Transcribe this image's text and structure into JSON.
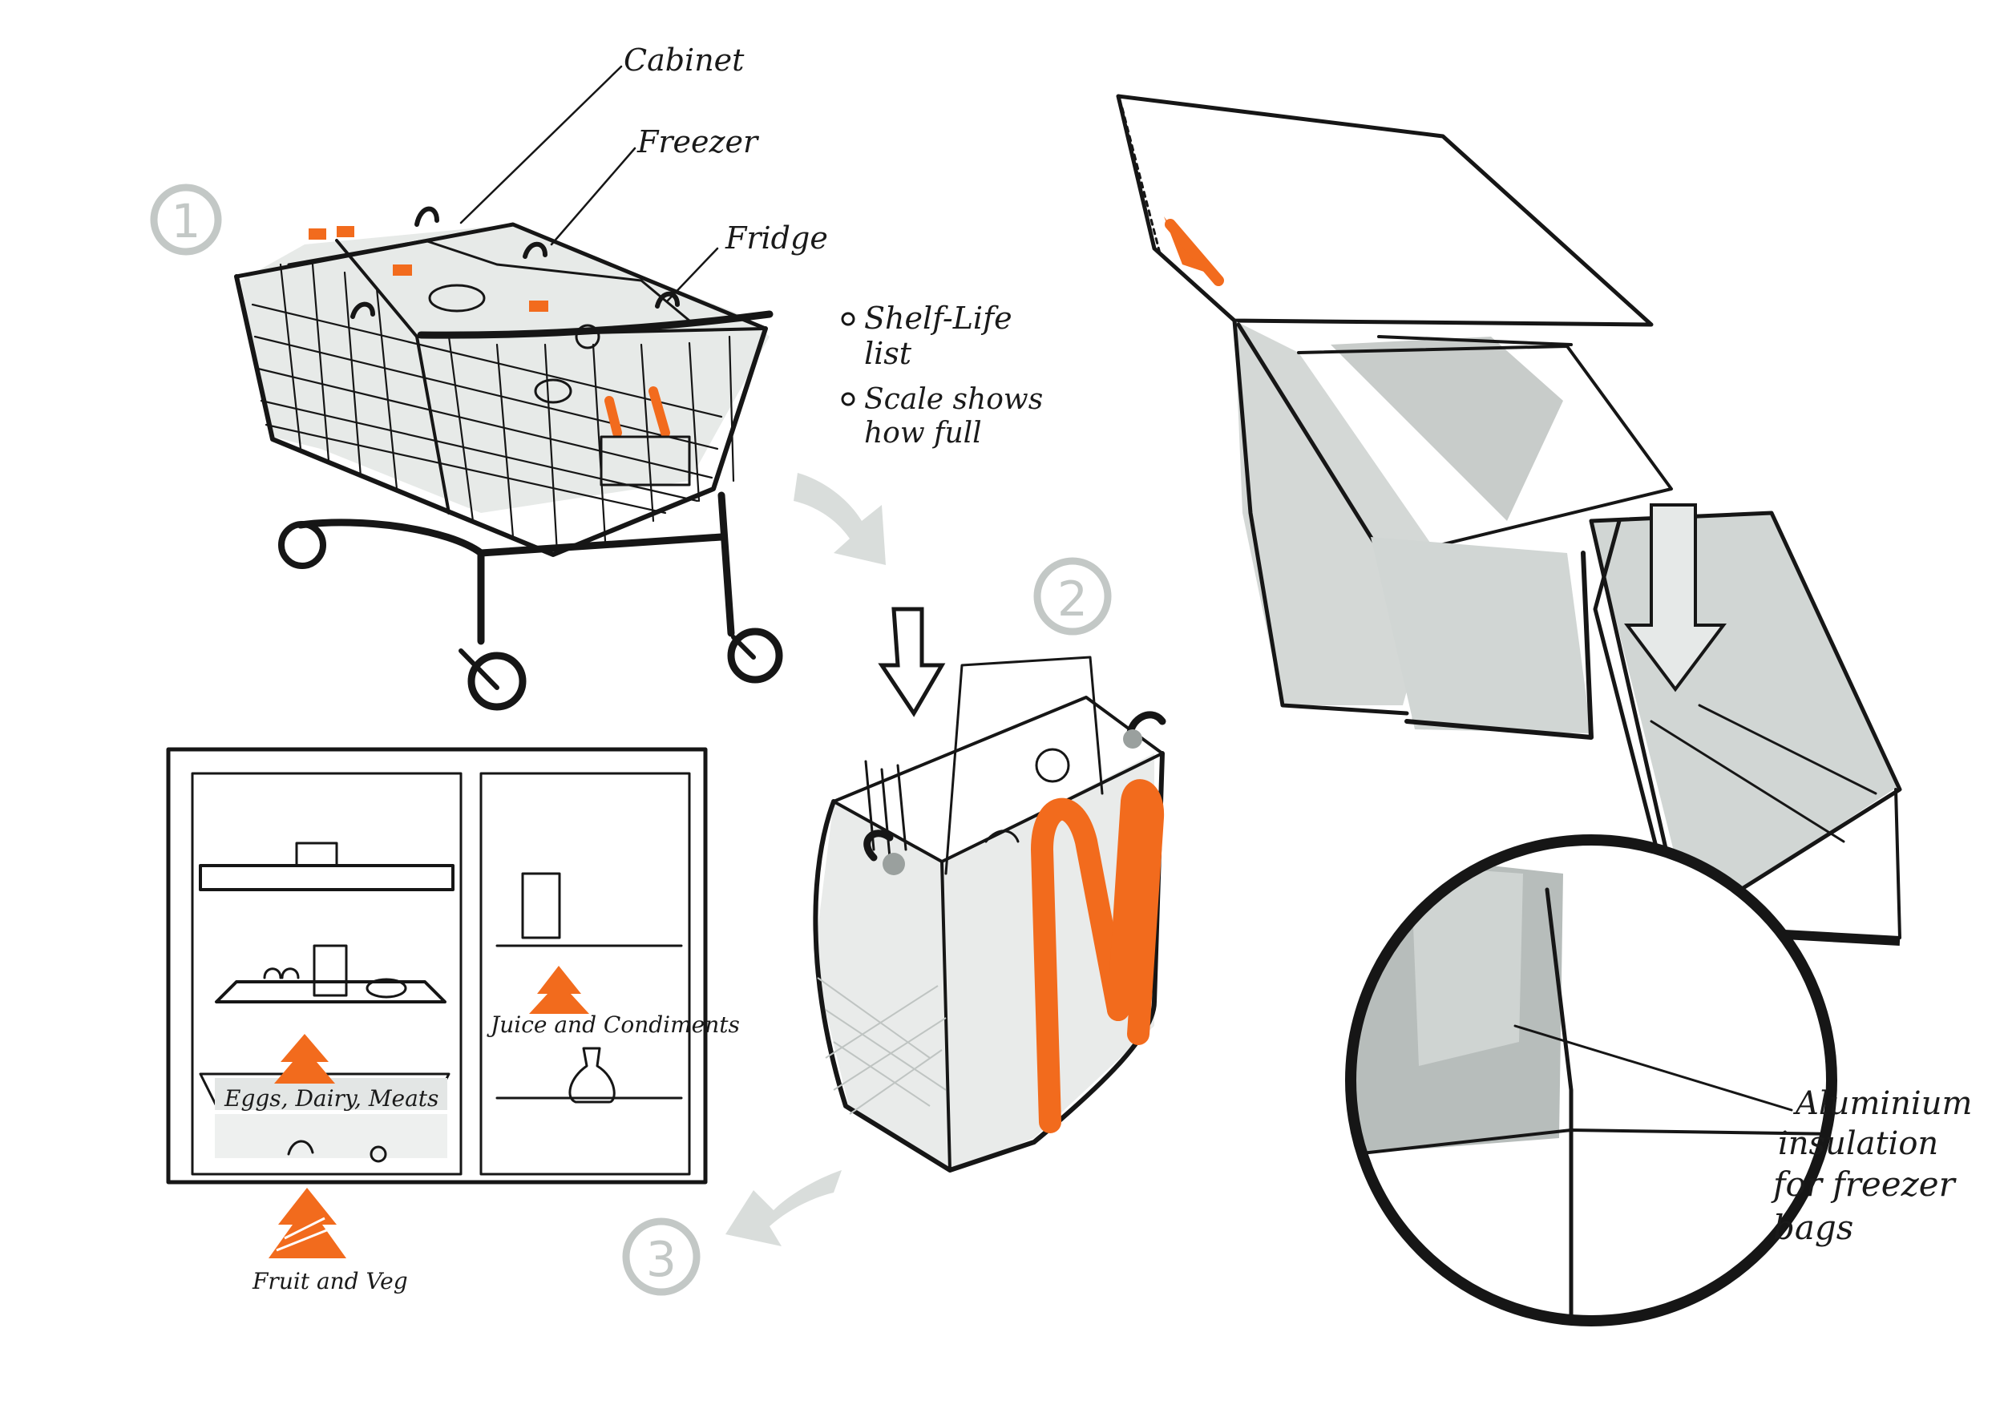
{
  "labels": {
    "cabinet": "Cabinet",
    "freezer": "Freezer",
    "fridge": "Fridge",
    "note_1": "Shelf-Life",
    "note_1b": "list",
    "note_2": "Scale shows",
    "note_2b": "how full",
    "shelf_lower": "Eggs, Dairy, Meats",
    "shelf_door": "Juice and Condiments",
    "drawer": "Fruit and Veg",
    "insulation_1": "Aluminium",
    "insulation_2": "insulation",
    "insulation_3": "for freezer",
    "insulation_4": "bags"
  },
  "steps": [
    "1",
    "2",
    "3"
  ],
  "colors": {
    "ink": "#161616",
    "accent": "#f26b1d",
    "marker_grey": "#d4d8d6"
  },
  "icons": [
    "shopping-trolley-icon",
    "tote-bag-icon",
    "fridge-icon",
    "insulated-bag-icon",
    "magnifier-circle-icon",
    "arrow-icon"
  ]
}
